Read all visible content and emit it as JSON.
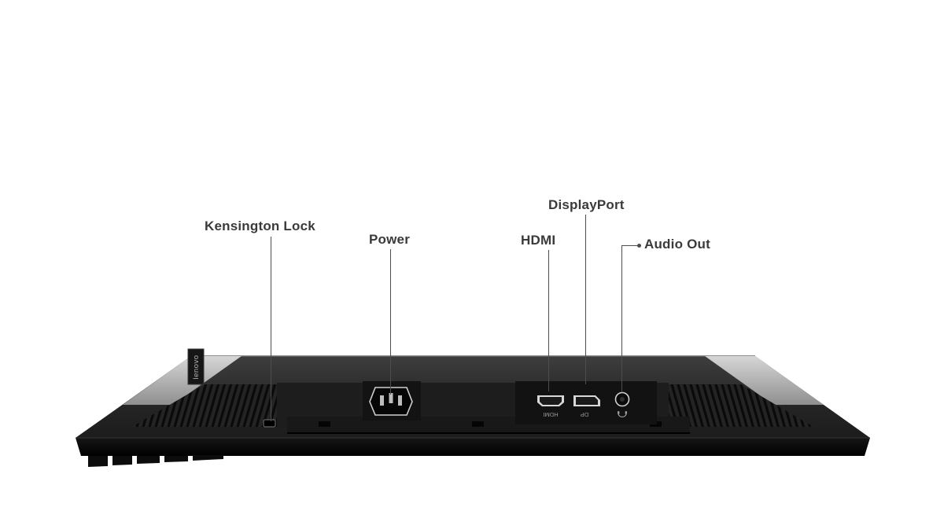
{
  "callouts": {
    "kensington": {
      "label": "Kensington Lock"
    },
    "power": {
      "label": "Power"
    },
    "displayport": {
      "label": "DisplayPort"
    },
    "hdmi": {
      "label": "HDMI"
    },
    "audio": {
      "label": "Audio Out"
    }
  },
  "device": {
    "brand": "lenovo",
    "port_markings": {
      "hdmi": "HDMI",
      "displayport": "DP"
    }
  },
  "colors": {
    "page_bg": "#ffffff",
    "label_text": "#3a3a3a",
    "leader": "#4d4d4d",
    "body_top": "#3e3e3e",
    "body_bottom": "#1c1c1c",
    "edge_strip": "#0a0a0a",
    "trim_light": "#c4c4c4",
    "port_light": "#d8d8d8"
  }
}
